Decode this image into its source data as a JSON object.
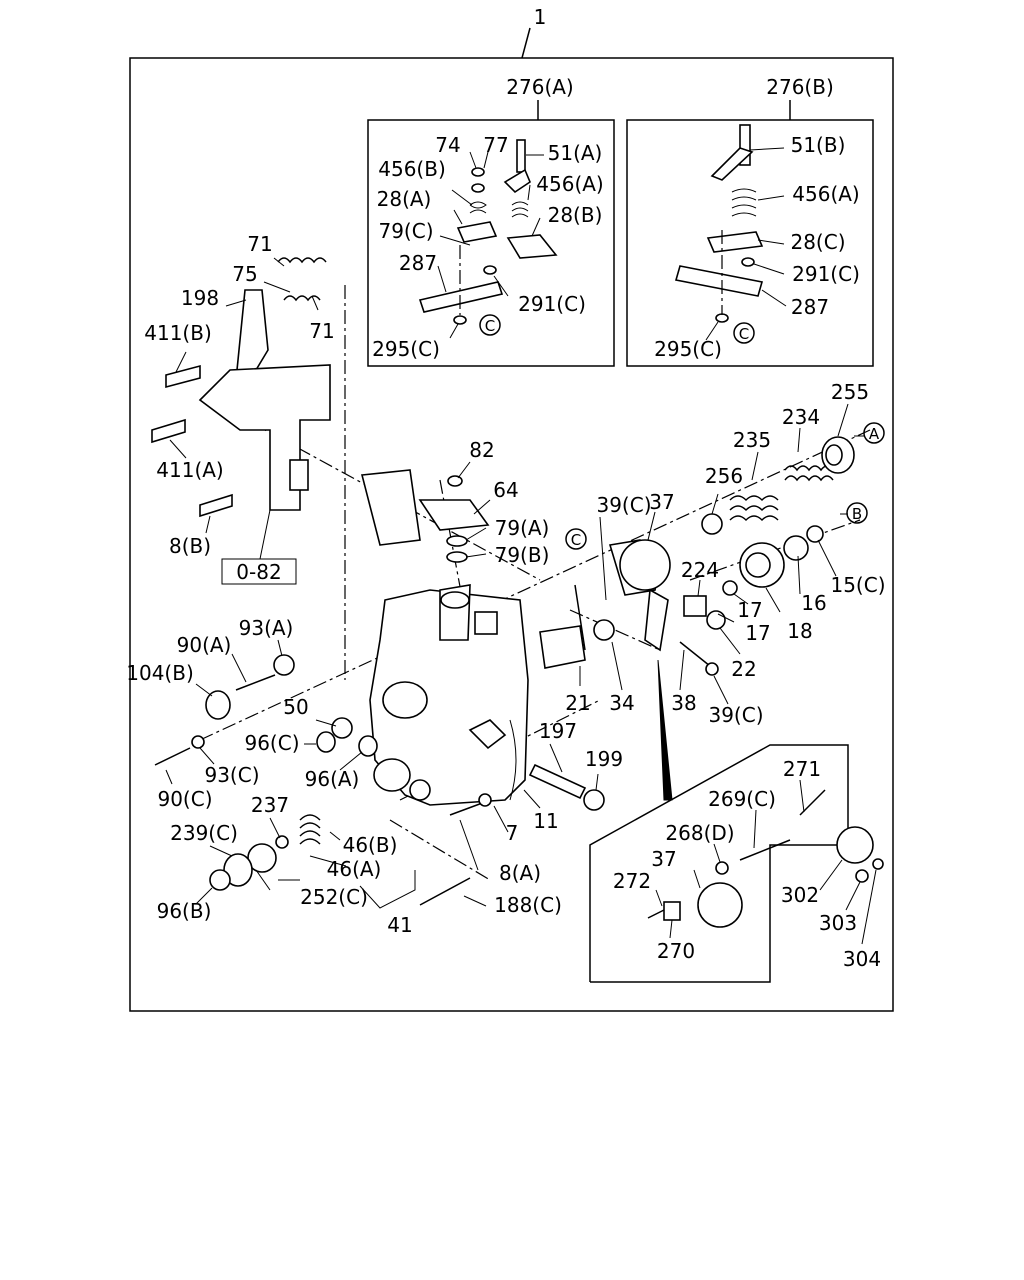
{
  "assembly_label": "1",
  "kit_a_label": "276(A)",
  "kit_b_label": "276(B)",
  "reference_box_label": "0-82",
  "callout_circles": [
    "A",
    "B",
    "C"
  ],
  "labels": [
    {
      "id": "l74",
      "text": "74"
    },
    {
      "id": "l77",
      "text": "77"
    },
    {
      "id": "l51a",
      "text": "51(A)"
    },
    {
      "id": "l456b",
      "text": "456(B)"
    },
    {
      "id": "l456a_1",
      "text": "456(A)"
    },
    {
      "id": "l28a",
      "text": "28(A)"
    },
    {
      "id": "l28b",
      "text": "28(B)"
    },
    {
      "id": "l79c_1",
      "text": "79(C)"
    },
    {
      "id": "l287_1",
      "text": "287"
    },
    {
      "id": "l291c_1",
      "text": "291(C)"
    },
    {
      "id": "l295c_1",
      "text": "295(C)"
    },
    {
      "id": "l51b",
      "text": "51(B)"
    },
    {
      "id": "l456a_2",
      "text": "456(A)"
    },
    {
      "id": "l28c",
      "text": "28(C)"
    },
    {
      "id": "l291c_2",
      "text": "291(C)"
    },
    {
      "id": "l287_2",
      "text": "287"
    },
    {
      "id": "l295c_2",
      "text": "295(C)"
    },
    {
      "id": "l71a",
      "text": "71"
    },
    {
      "id": "l75",
      "text": "75"
    },
    {
      "id": "l198",
      "text": "198"
    },
    {
      "id": "l71b",
      "text": "71"
    },
    {
      "id": "l411b",
      "text": "411(B)"
    },
    {
      "id": "l411a",
      "text": "411(A)"
    },
    {
      "id": "l8b",
      "text": "8(B)"
    },
    {
      "id": "l82",
      "text": "82"
    },
    {
      "id": "l64",
      "text": "64"
    },
    {
      "id": "l79a",
      "text": "79(A)"
    },
    {
      "id": "l79b",
      "text": "79(B)"
    },
    {
      "id": "l39c_1",
      "text": "39(C)"
    },
    {
      "id": "l37_1",
      "text": "37"
    },
    {
      "id": "l256",
      "text": "256"
    },
    {
      "id": "l235",
      "text": "235"
    },
    {
      "id": "l234",
      "text": "234"
    },
    {
      "id": "l255",
      "text": "255"
    },
    {
      "id": "l224",
      "text": "224"
    },
    {
      "id": "l17a",
      "text": "17"
    },
    {
      "id": "l16",
      "text": "16"
    },
    {
      "id": "l15c",
      "text": "15(C)"
    },
    {
      "id": "l17b",
      "text": "17"
    },
    {
      "id": "l18",
      "text": "18"
    },
    {
      "id": "l22",
      "text": "22"
    },
    {
      "id": "l93a",
      "text": "93(A)"
    },
    {
      "id": "l90a",
      "text": "90(A)"
    },
    {
      "id": "l104b",
      "text": "104(B)"
    },
    {
      "id": "l50",
      "text": "50"
    },
    {
      "id": "l96c",
      "text": "96(C)"
    },
    {
      "id": "l93c",
      "text": "93(C)"
    },
    {
      "id": "l90c",
      "text": "90(C)"
    },
    {
      "id": "l96a",
      "text": "96(A)"
    },
    {
      "id": "l237",
      "text": "237"
    },
    {
      "id": "l46b",
      "text": "46(B)"
    },
    {
      "id": "l239c",
      "text": "239(C)"
    },
    {
      "id": "l46a",
      "text": "46(A)"
    },
    {
      "id": "l252c",
      "text": "252(C)"
    },
    {
      "id": "l96b",
      "text": "96(B)"
    },
    {
      "id": "l41",
      "text": "41"
    },
    {
      "id": "l21",
      "text": "21"
    },
    {
      "id": "l34",
      "text": "34"
    },
    {
      "id": "l38",
      "text": "38"
    },
    {
      "id": "l39c_2",
      "text": "39(C)"
    },
    {
      "id": "l197",
      "text": "197"
    },
    {
      "id": "l199",
      "text": "199"
    },
    {
      "id": "l7",
      "text": "7"
    },
    {
      "id": "l11",
      "text": "11"
    },
    {
      "id": "l8a",
      "text": "8(A)"
    },
    {
      "id": "l188c",
      "text": "188(C)"
    },
    {
      "id": "l271",
      "text": "271"
    },
    {
      "id": "l269c",
      "text": "269(C)"
    },
    {
      "id": "l268d",
      "text": "268(D)"
    },
    {
      "id": "l37_2",
      "text": "37"
    },
    {
      "id": "l272",
      "text": "272"
    },
    {
      "id": "l270",
      "text": "270"
    },
    {
      "id": "l302",
      "text": "302"
    },
    {
      "id": "l303",
      "text": "303"
    },
    {
      "id": "l304",
      "text": "304"
    }
  ]
}
